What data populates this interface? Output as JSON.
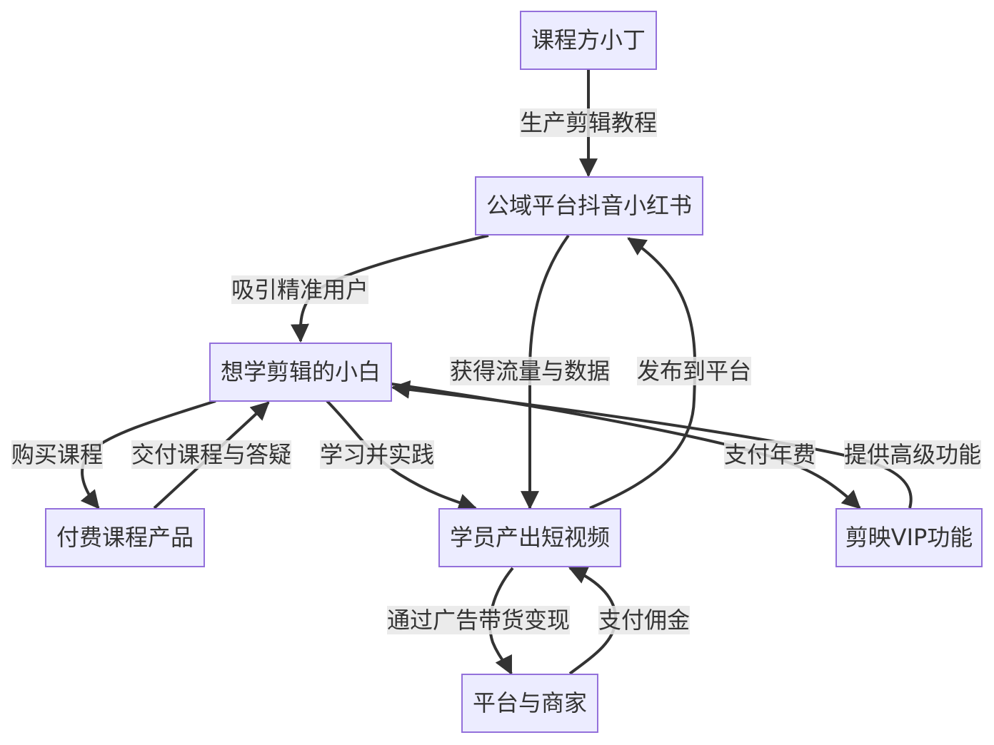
{
  "nodes": [
    {
      "id": "kecheng_fang",
      "label": "课程方小丁"
    },
    {
      "id": "gongyu_pingtai",
      "label": "公域平台抖音小红书"
    },
    {
      "id": "xiaobai",
      "label": "想学剪辑的小白"
    },
    {
      "id": "fufei_kecheng",
      "label": "付费课程产品"
    },
    {
      "id": "xueyuan_chanchu",
      "label": "学员产出短视频"
    },
    {
      "id": "jianying_vip",
      "label": "剪映VIP功能"
    },
    {
      "id": "pingtai_shangjia",
      "label": "平台与商家"
    }
  ],
  "edges": [
    {
      "id": "e1",
      "from": "kecheng_fang",
      "to": "gongyu_pingtai",
      "label": "生产剪辑教程"
    },
    {
      "id": "e2",
      "from": "gongyu_pingtai",
      "to": "xiaobai",
      "label": "吸引精准用户"
    },
    {
      "id": "e3",
      "from": "gongyu_pingtai",
      "to": "xueyuan_chanchu",
      "label": "获得流量与数据"
    },
    {
      "id": "e4",
      "from": "xueyuan_chanchu",
      "to": "gongyu_pingtai",
      "label": "发布到平台"
    },
    {
      "id": "e5",
      "from": "xiaobai",
      "to": "fufei_kecheng",
      "label": "购买课程"
    },
    {
      "id": "e6",
      "from": "fufei_kecheng",
      "to": "xiaobai",
      "label": "交付课程与答疑"
    },
    {
      "id": "e7",
      "from": "xiaobai",
      "to": "xueyuan_chanchu",
      "label": "学习并实践"
    },
    {
      "id": "e8",
      "from": "xiaobai",
      "to": "jianying_vip",
      "label": "支付年费"
    },
    {
      "id": "e9",
      "from": "jianying_vip",
      "to": "xiaobai",
      "label": "提供高级功能"
    },
    {
      "id": "e10",
      "from": "xueyuan_chanchu",
      "to": "pingtai_shangjia",
      "label": "通过广告带货变现"
    },
    {
      "id": "e11",
      "from": "pingtai_shangjia",
      "to": "xueyuan_chanchu",
      "label": "支付佣金"
    }
  ],
  "colors": {
    "node_fill": "#ECECFF",
    "node_stroke": "#9370DB",
    "edge": "#333333",
    "label_bg": "#e8e8e8",
    "text": "#333333"
  }
}
